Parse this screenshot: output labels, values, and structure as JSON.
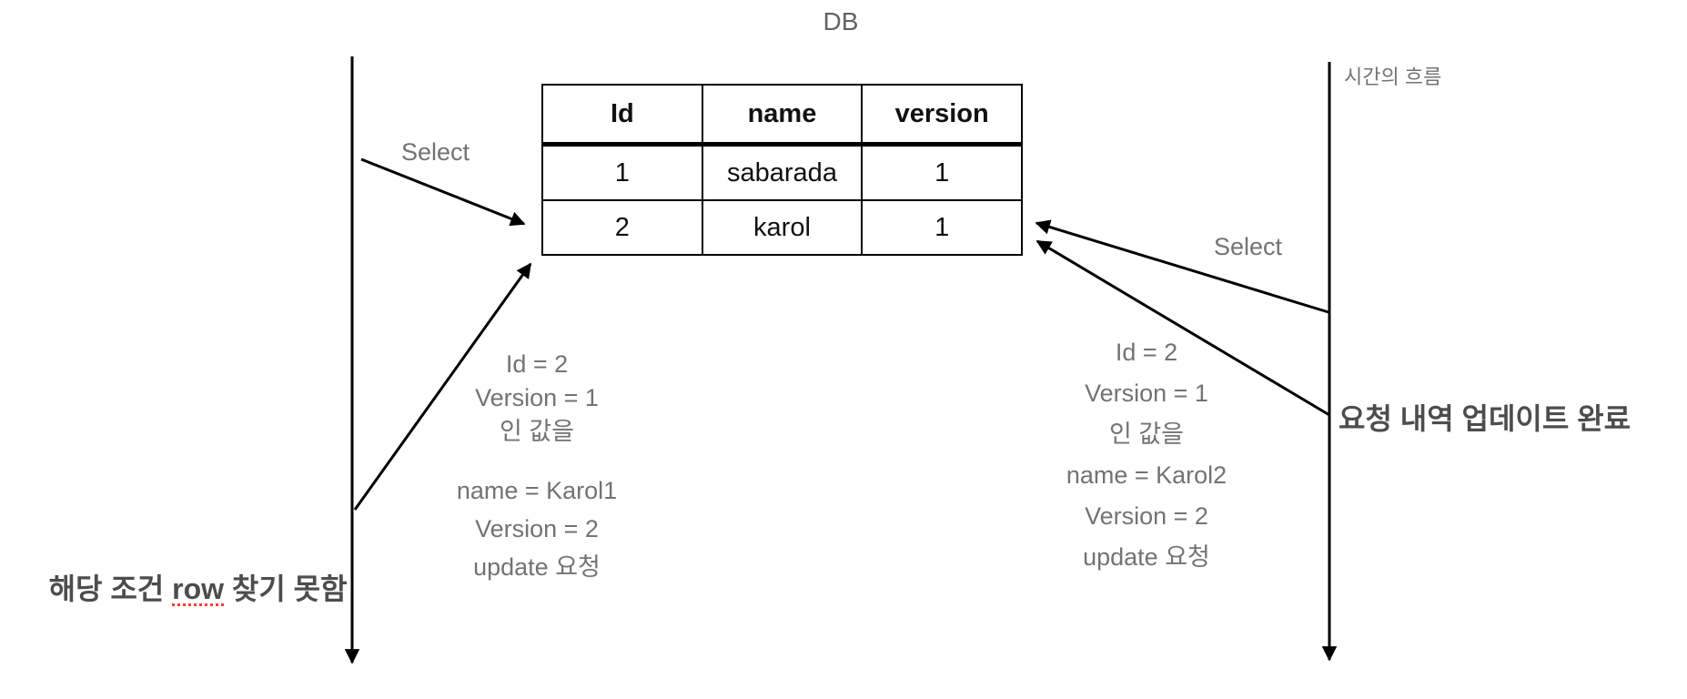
{
  "title": "DB",
  "colors": {
    "line": "#000000",
    "gray_text": "#737373",
    "dark_text": "#4d4d4d",
    "underline_red": "#f4402e",
    "table_text": "#111111"
  },
  "table": {
    "headers": [
      "Id",
      "name",
      "version"
    ],
    "rows": [
      [
        "1",
        "sabarada",
        "1"
      ],
      [
        "2",
        "karol",
        "1"
      ]
    ]
  },
  "timeline": {
    "right_label": "시간의 흐름"
  },
  "labels": {
    "select_left": "Select",
    "select_right": "Select"
  },
  "left_request": {
    "lines": [
      "Id = 2",
      "Version = 1",
      "인 값을",
      "name = Karol1",
      "Version = 2",
      "update 요청"
    ]
  },
  "right_request": {
    "lines": [
      "Id = 2",
      "Version = 1",
      "인 값을",
      "name = Karol2",
      "Version = 2",
      "update 요청"
    ]
  },
  "left_result": {
    "prefix": "해당 조건 ",
    "word": "row",
    "suffix": " 찾기 못함"
  },
  "right_result": "요청 내역 업데이트 완료"
}
